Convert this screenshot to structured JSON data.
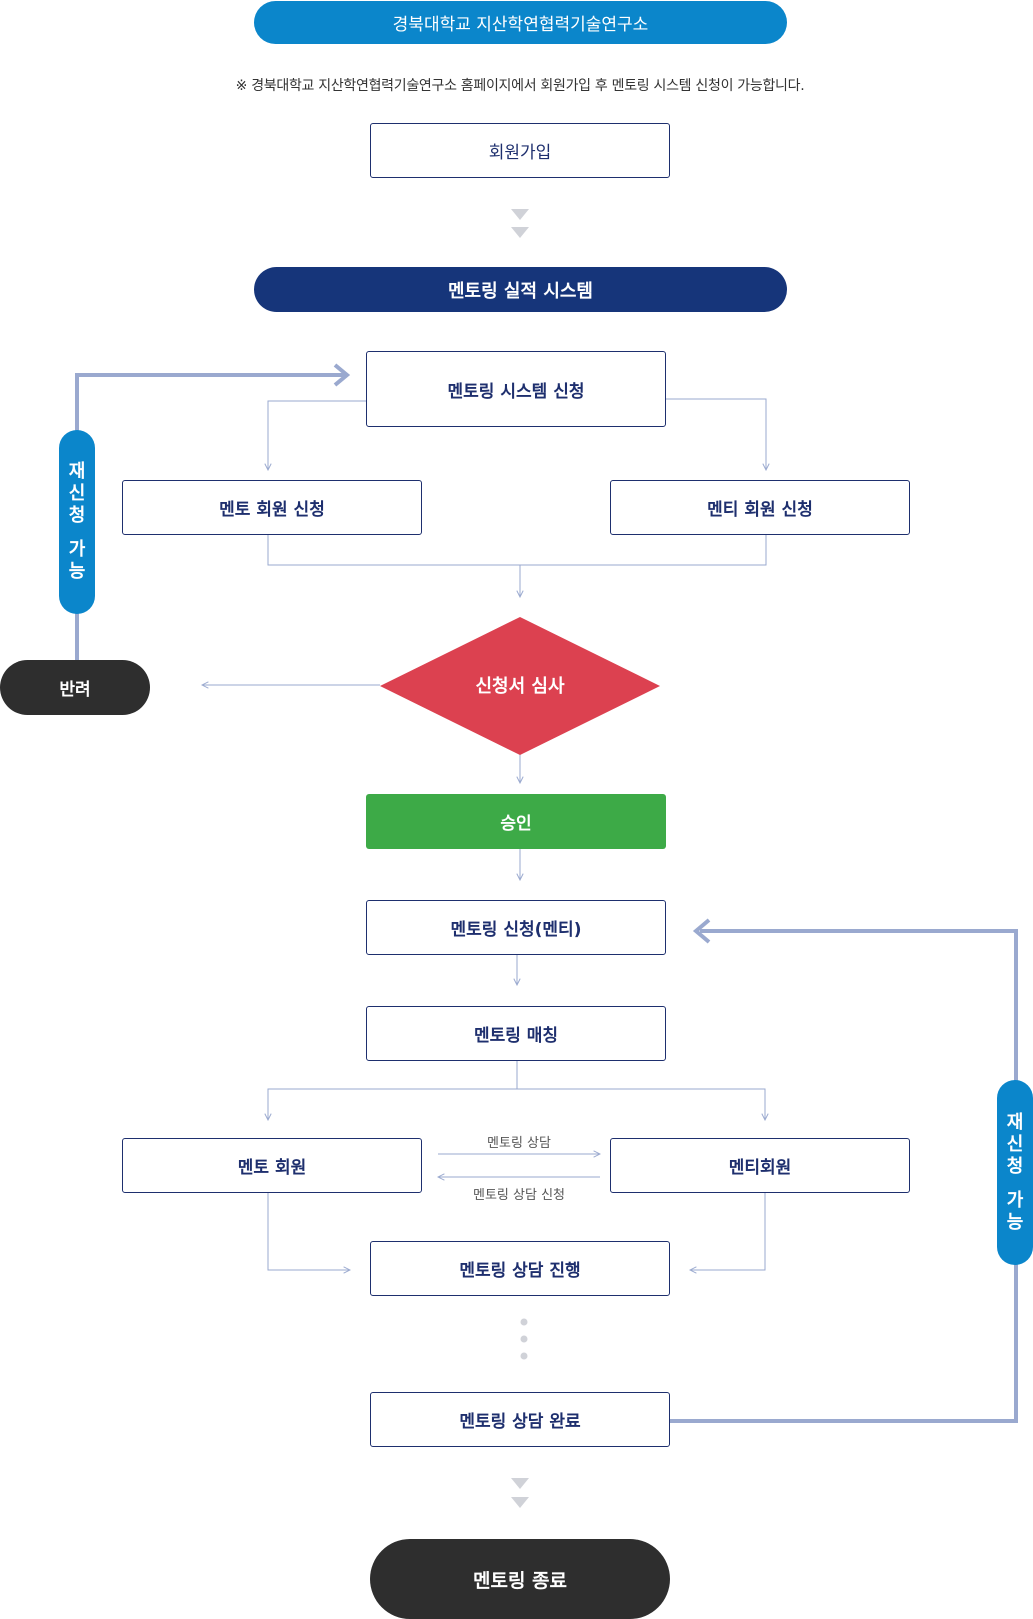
{
  "header": {
    "title": "경북대학교 지산학연협력기술연구소"
  },
  "note": "※ 경북대학교 지산학연협력기술연구소 홈페이지에서 회원가입 후 멘토링 시스템 신청이 가능합니다.",
  "steps": {
    "signup": "회원가입",
    "system": "멘토링 실적 시스템",
    "apply_system": "멘토링 시스템 신청",
    "mentor_apply": "멘토 회원 신청",
    "mentee_apply": "멘티 회원 신청",
    "review": "신청서 심사",
    "reject": "반려",
    "approve": "승인",
    "mentoring_apply": "멘토링 신청(멘티)",
    "matching": "멘토링 매칭",
    "mentor_member": "멘토 회원",
    "mentee_member": "멘티회원",
    "consult_label": "멘토링 상담",
    "consult_apply_label": "멘토링 상담 신청",
    "consult_progress": "멘토링 상담 진행",
    "consult_done": "멘토링 상담 완료",
    "end": "멘토링 종료"
  },
  "reapply_left": [
    "재",
    "신",
    "청",
    "",
    "가",
    "능"
  ],
  "reapply_right": [
    "재",
    "신",
    "청",
    "",
    "가",
    "능"
  ],
  "colors": {
    "header_blue": "#0b86cb",
    "navy": "#16357a",
    "review_red": "#dc4150",
    "approve_green": "#3daa47",
    "dark": "#2e2e2e",
    "line": "#9aa9cf"
  }
}
